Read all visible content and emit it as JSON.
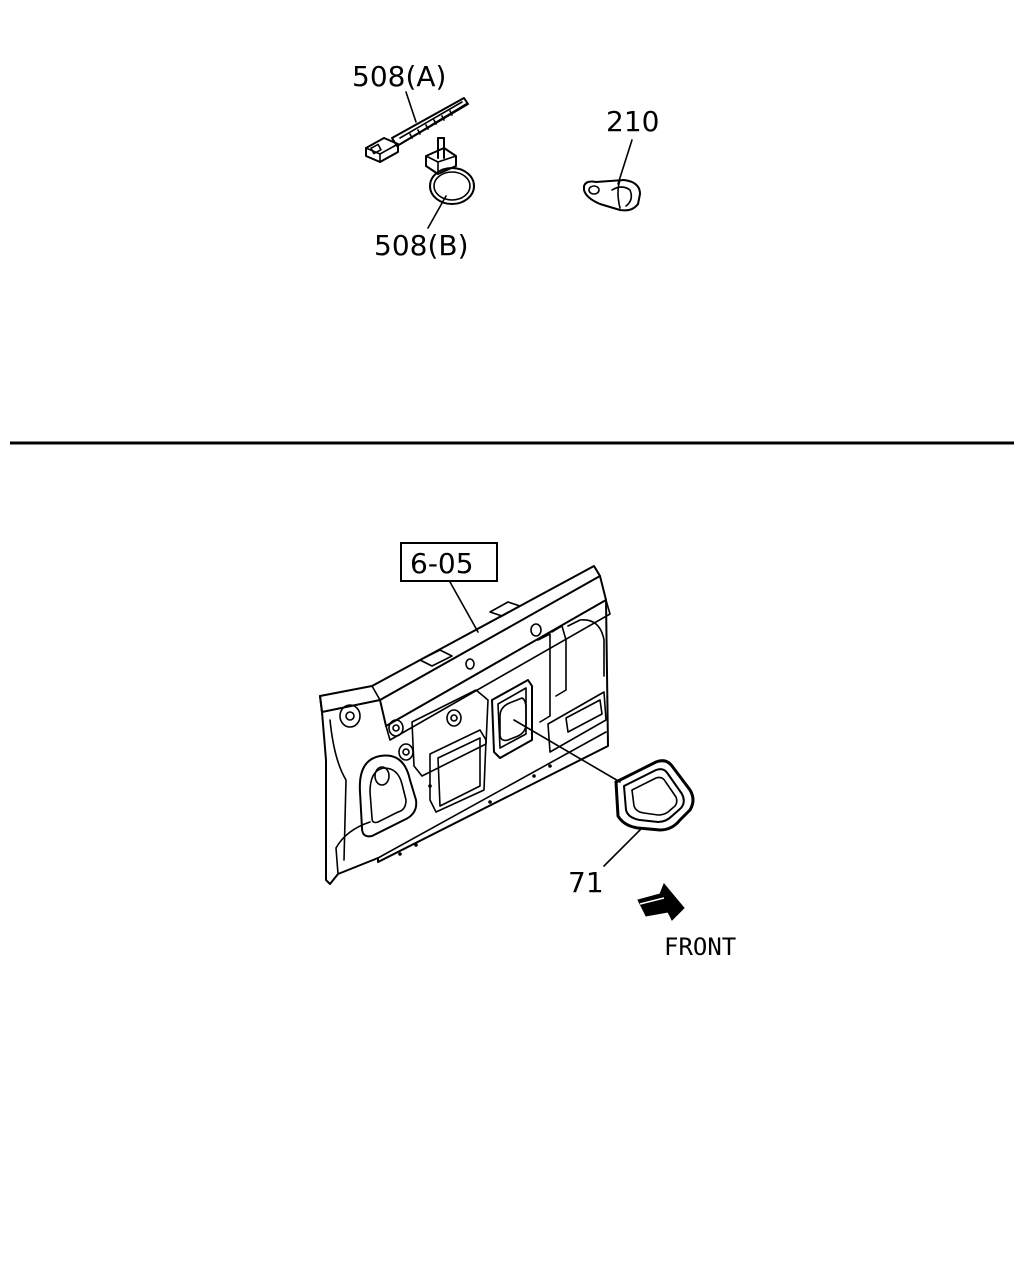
{
  "labels": {
    "part_508a": "508(A)",
    "part_508b": "508(B)",
    "part_210": "210",
    "ref_605": "6-05",
    "part_71": "71",
    "front": "FRONT"
  }
}
